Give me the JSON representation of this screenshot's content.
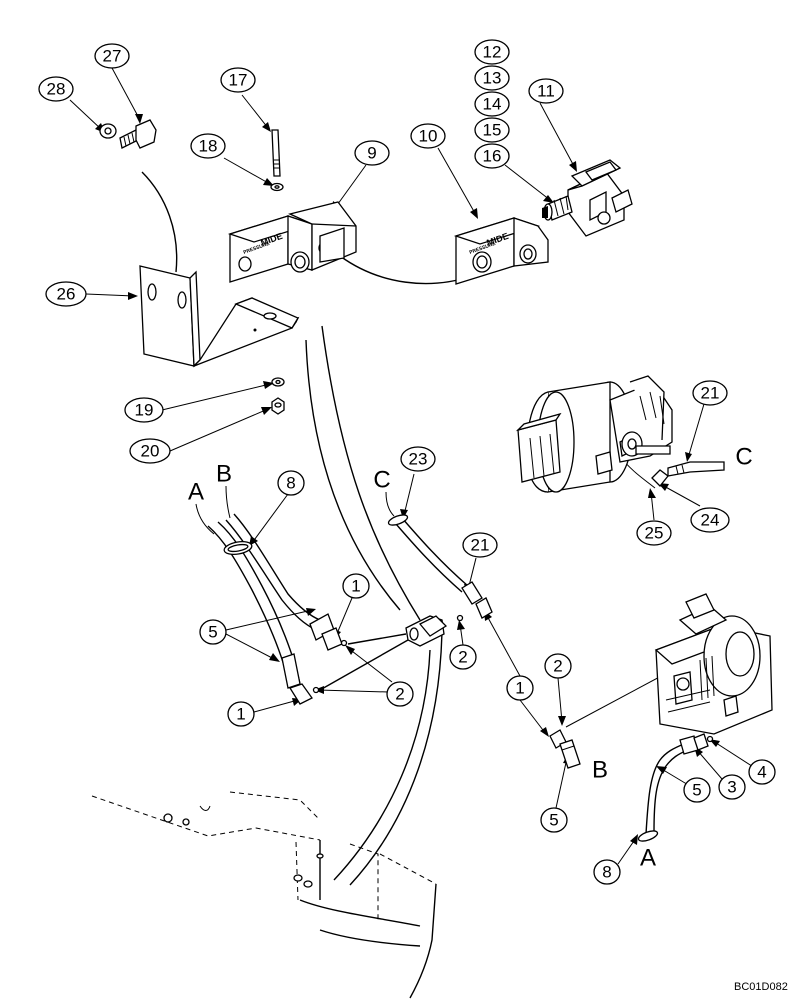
{
  "drawing_id": "BC01D082",
  "callouts": {
    "c1a": "1",
    "c1b": "1",
    "c1c": "1",
    "c2a": "2",
    "c2b": "2",
    "c2c": "2",
    "c2d": "2",
    "c3": "3",
    "c4": "4",
    "c5a": "5",
    "c5b": "5",
    "c5c": "5",
    "c8a": "8",
    "c8b": "8",
    "c9": "9",
    "c10": "10",
    "c11": "11",
    "c12": "12",
    "c13": "13",
    "c14": "14",
    "c15": "15",
    "c16": "16",
    "c17": "17",
    "c18": "18",
    "c19": "19",
    "c20": "20",
    "c21a": "21",
    "c21b": "21",
    "c23": "23",
    "c24": "24",
    "c25": "25",
    "c26": "26",
    "c27": "27",
    "c28": "28"
  },
  "connection_letters": {
    "a_left": "A",
    "b_left": "B",
    "c_left": "C",
    "c_right": "C",
    "b_right": "B",
    "a_bottom": "A"
  },
  "block_labels": {
    "valve_9": "MIDE",
    "valve_9_sub": "PRESSURE",
    "valve_10": "MIDE",
    "valve_10_sub": "PRESSURE"
  }
}
